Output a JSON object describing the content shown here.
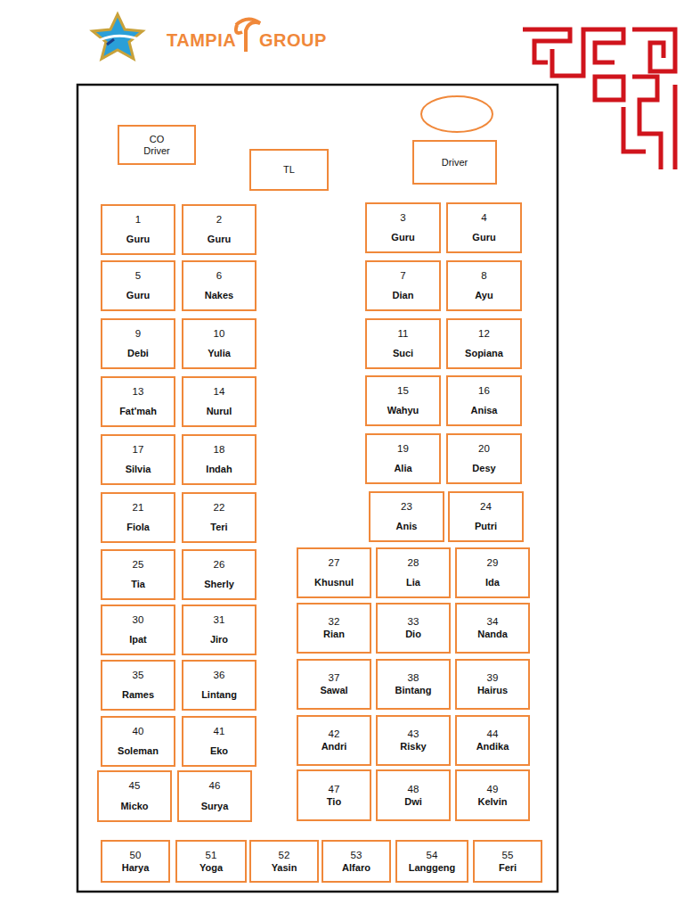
{
  "diagram": {
    "nodes": [
      {
        "text": [
          "CO Driver"
        ]
      },
      {
        "text": [
          "TL"
        ]
      },
      {
        "text": [
          "Driver"
        ]
      },
      {
        "text": [
          "1",
          "Guru"
        ]
      },
      {
        "text": [
          "2",
          "Guru"
        ]
      },
      {
        "text": [
          "3",
          "Guru"
        ]
      },
      {
        "text": [
          "4",
          "Guru"
        ]
      },
      {
        "text": [
          "5",
          "Guru"
        ]
      },
      {
        "text": [
          "6",
          "Nakes"
        ]
      },
      {
        "text": [
          "7",
          "Dian"
        ]
      },
      {
        "text": [
          "8",
          "Ayu"
        ]
      },
      {
        "text": [
          "9",
          "Debi"
        ]
      },
      {
        "text": [
          "10",
          "Yulia"
        ]
      },
      {
        "text": [
          "11",
          "Suci"
        ]
      },
      {
        "text": [
          "12",
          "Sopiana"
        ]
      },
      {
        "text": [
          "13",
          "Fat'mah"
        ]
      },
      {
        "text": [
          "14",
          "Nurul"
        ]
      },
      {
        "text": [
          "15",
          "Wahyu"
        ]
      },
      {
        "text": [
          "16",
          "Anisa"
        ]
      },
      {
        "text": [
          "17",
          "Silvia"
        ]
      },
      {
        "text": [
          "18",
          "Indah"
        ]
      },
      {
        "text": [
          "19",
          "Alia"
        ]
      },
      {
        "text": [
          "20",
          "Desy"
        ]
      },
      {
        "text": [
          "21",
          "Fiola"
        ]
      },
      {
        "text": [
          "22",
          "Teri"
        ]
      },
      {
        "text": [
          "23",
          "Anis"
        ]
      },
      {
        "text": [
          "24",
          "Putri"
        ]
      },
      {
        "text": [
          "25",
          "Tia"
        ]
      },
      {
        "text": [
          "26",
          "Sherly"
        ]
      },
      {
        "text": [
          "27",
          "Khusnul"
        ]
      },
      {
        "text": [
          "28",
          "Lia"
        ]
      },
      {
        "text": [
          "29",
          "Ida"
        ]
      },
      {
        "text": [
          "30",
          "Ipat"
        ]
      },
      {
        "text": [
          "31",
          "Jiro"
        ]
      },
      {
        "text": [
          "32",
          "Rian"
        ]
      },
      {
        "text": [
          "33",
          "Dio"
        ]
      },
      {
        "text": [
          "34",
          "Nanda"
        ]
      },
      {
        "text": [
          "35",
          "Rames"
        ]
      },
      {
        "text": [
          "36",
          "Lintang"
        ]
      },
      {
        "text": [
          "37",
          "Sawal"
        ]
      },
      {
        "text": [
          "38",
          "Bintang"
        ]
      },
      {
        "text": [
          "39",
          "Hairus"
        ]
      },
      {
        "text": [
          "40",
          "Soleman"
        ]
      },
      {
        "text": [
          "41",
          "Eko"
        ]
      },
      {
        "text": [
          "42",
          "Andri"
        ]
      },
      {
        "text": [
          "43",
          "Risky"
        ]
      },
      {
        "text": [
          "44",
          "Andika"
        ]
      },
      {
        "text": [
          "45",
          "Micko"
        ]
      },
      {
        "text": [
          "46",
          "Surya"
        ]
      },
      {
        "text": [
          "47",
          "Tio"
        ]
      },
      {
        "text": [
          "48",
          "Dwi"
        ]
      },
      {
        "text": [
          "49",
          "Kelvin"
        ]
      },
      {
        "text": [
          "50",
          "Harya"
        ]
      },
      {
        "text": [
          "51",
          "Yoga"
        ]
      },
      {
        "text": [
          "52",
          "Yasin"
        ]
      },
      {
        "text": [
          "53",
          "Alfaro"
        ]
      },
      {
        "text": [
          "54",
          "Langgeng"
        ]
      },
      {
        "text": [
          "55",
          "Feri"
        ]
      }
    ],
    "labels": [
      "TAMPIA",
      "GROUP"
    ]
  }
}
